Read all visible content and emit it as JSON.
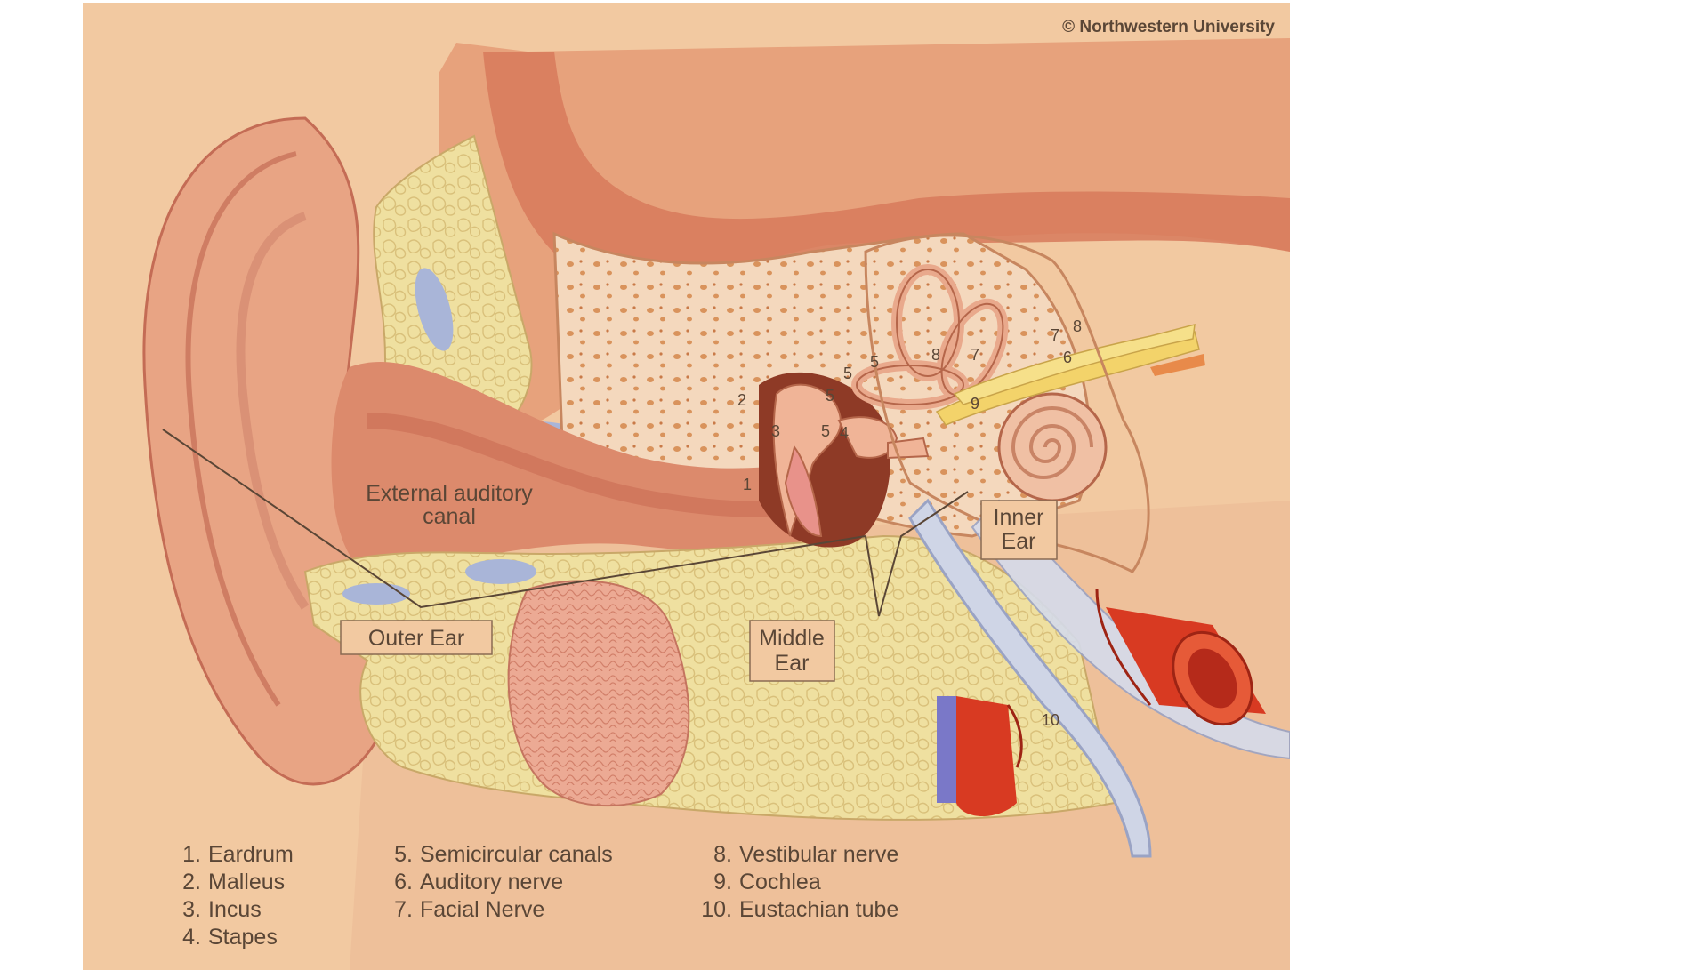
{
  "copyright": "© Northwestern University",
  "regions": {
    "outer": "Outer Ear",
    "middle_line1": "Middle",
    "middle_line2": "Ear",
    "inner_line1": "Inner",
    "inner_line2": "Ear"
  },
  "canal_label": {
    "line1": "External auditory",
    "line2": "canal"
  },
  "markers": [
    "1",
    "2",
    "3",
    "4",
    "5",
    "5",
    "5",
    "5",
    "6",
    "7",
    "7",
    "8",
    "8",
    "9",
    "10"
  ],
  "legend": [
    {
      "num": "1.",
      "text": "Eardrum"
    },
    {
      "num": "2.",
      "text": "Malleus"
    },
    {
      "num": "3.",
      "text": "Incus"
    },
    {
      "num": "4.",
      "text": "Stapes"
    },
    {
      "num": "5.",
      "text": "Semicircular canals"
    },
    {
      "num": "6.",
      "text": "Auditory nerve"
    },
    {
      "num": "7.",
      "text": "Facial Nerve"
    },
    {
      "num": "8.",
      "text": "Vestibular nerve"
    },
    {
      "num": "9.",
      "text": "Cochlea"
    },
    {
      "num": "10.",
      "text": "Eustachian tube"
    }
  ],
  "colors": {
    "background": "#f2c9a1",
    "skin": "#e8a484",
    "fat": "#efe0a0",
    "bone": "#f4d8bd",
    "red": "#d83a22",
    "blue": "#a9b5d8",
    "text": "#5a4636"
  }
}
